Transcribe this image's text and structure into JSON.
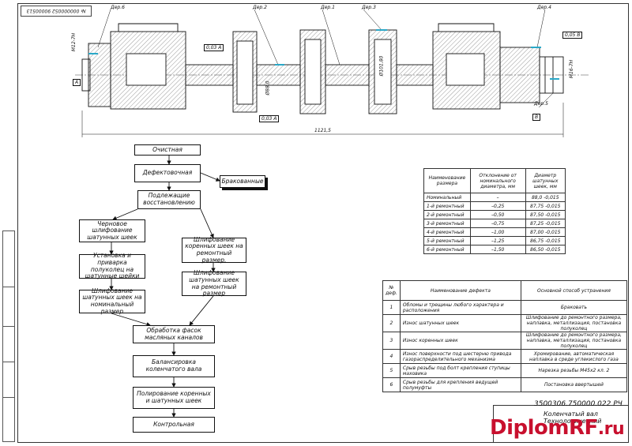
{
  "drawing": {
    "stamp_top": "№ 000000052 90000513",
    "doc_code": "3500306.750000.022 РЧ",
    "doc_name_line1": "Коленчатый вал",
    "doc_name_line2": "Технологический",
    "logo_main": "DiplomRF",
    "logo_suffix": ".ru"
  },
  "crankshaft": {
    "callouts": [
      "Дер.6",
      "Дер.2",
      "Дер.1",
      "Дер.3",
      "Дер.4",
      "Дер.5"
    ],
    "overall_length": "1121,5",
    "tol_1": "0,03 A",
    "tol_2": "0,03 A",
    "tol_3": "0,05 B",
    "datum_a": "A",
    "datum_b": "B",
    "dim_journal": "Ø88,0",
    "dim_main": "Ø101,80",
    "thread_left": "М12-7Н",
    "thread_right": "М16-7Н"
  },
  "flowchart": {
    "steps": [
      "Очистная",
      "Дефектовочная",
      "Бракованные",
      "Подлежащие восстановлению",
      "Черновое шлифование шатунных шеек",
      "Установка и приварка полуколец на шатунные шейки",
      "Шлифование шатунных шеек на номинальный размер",
      "Шлифование коренных шеек на ремонтный размер.",
      "Шлифование шатунных шеек на ремонтный размер",
      "Обработка фасок масляных каналов",
      "Балансировка коленчатого вала",
      "Полирование коренных и шатунных шеек",
      "Контрольная"
    ]
  },
  "dims_table": {
    "headers": [
      "Наименование размера",
      "Отклонение от номинального диаметра, мм",
      "Диаметр шатунных шеек, мм"
    ],
    "rows": [
      [
        "Номинальный",
        "–",
        "88,0 -0,015"
      ],
      [
        "1-й ремонтный",
        "–0,25",
        "87,75 -0,015"
      ],
      [
        "2-й ремонтный",
        "–0,50",
        "87,50 -0,015"
      ],
      [
        "3-й ремонтный",
        "–0,75",
        "87,25 -0,015"
      ],
      [
        "4-й ремонтный",
        "–1,00",
        "87,00 -0,015"
      ],
      [
        "5-й ремонтный",
        "–1,25",
        "86,75 -0,015"
      ],
      [
        "6-й ремонтный",
        "–1,50",
        "86,50 -0,015"
      ]
    ]
  },
  "defects_table": {
    "headers": [
      "№ деф.",
      "Наименование дефекта",
      "Основной способ устранения"
    ],
    "rows": [
      [
        "1",
        "Обломы и трещины любого характера и расположения",
        "Браковать"
      ],
      [
        "2",
        "Износ шатунных шеек",
        "Шлифование до ремонтного размера, наплавка, металлизация, постановка полуколец"
      ],
      [
        "3",
        "Износ коренных шеек",
        "Шлифование до ремонтного размера, наплавка, металлизация, постановка полуколец"
      ],
      [
        "4",
        "Износ поверхности под шестерню привода газораспределительного механизма",
        "Хромирование, автоматическая наплавка в среде углекислого газа"
      ],
      [
        "5",
        "Срыв резьбы под болт крепления ступицы маховика",
        "Нарезка резьбы М45х2 кл. 2"
      ],
      [
        "6",
        "Срыв резьбы для крепления ведущей полумуфты",
        "Постановка ввертышей"
      ]
    ]
  }
}
